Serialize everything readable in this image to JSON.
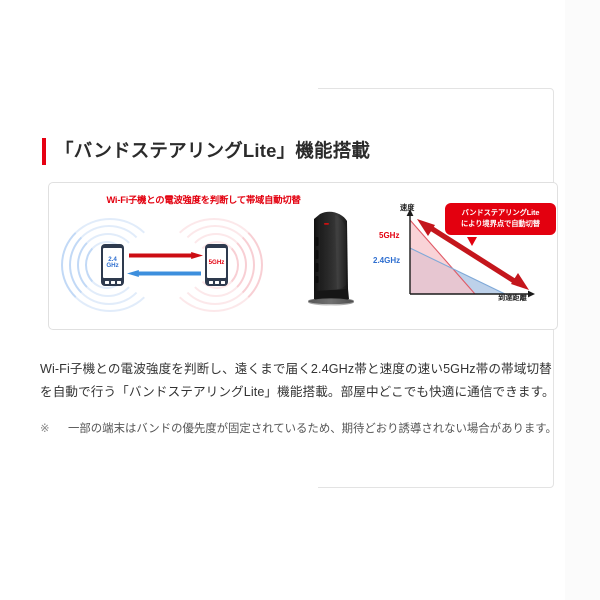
{
  "section": {
    "title": "「バンドステアリングLite」機能搭載",
    "accent_color": "#e60012"
  },
  "figure": {
    "heading": "Wi-Fi子機との電波強度を判断して帯域自動切替",
    "phone_left_label_line1": "2.4",
    "phone_left_label_line2": "GHz",
    "phone_right_label": "5GHz",
    "arrow_to_5ghz_color": "#cc0d13",
    "arrow_to_24ghz_color": "#3d8fdd",
    "router_alt": "wireless-router",
    "callout": "バンドステアリングLite により境界点で自動切替",
    "callout_line1": "バンドステアリングLite",
    "callout_line2": "により境界点で自動切替",
    "callout_color": "#e3000f"
  },
  "chart_data": {
    "type": "line",
    "title": "",
    "xlabel": "到達距離",
    "ylabel": "速度",
    "x": [
      0,
      1,
      2,
      3,
      4,
      5
    ],
    "series": [
      {
        "name": "5GHz",
        "color": "#e3000f",
        "fill": "#f7c3c8",
        "values": [
          100,
          74,
          48,
          22,
          4,
          0
        ]
      },
      {
        "name": "2.4GHz",
        "color": "#2f6fd0",
        "fill": "#bcd6f2",
        "values": [
          60,
          50,
          40,
          30,
          20,
          10
        ]
      }
    ],
    "legend_position": "axis-left",
    "grid": false,
    "xlim": [
      0,
      5
    ],
    "ylim": [
      0,
      100
    ],
    "annotations": [
      {
        "text": "バンドステアリングLite により境界点で自動切替",
        "type": "callout-arrow",
        "color": "#c4161c"
      }
    ]
  },
  "body": {
    "paragraph": "Wi-Fi子機との電波強度を判断し、遠くまで届く2.4GHz帯と速度の速い5GHz帯の帯域切替を自動で行う「バンドステアリングLite」機能搭載。部屋中どこでも快適に通信できます。"
  },
  "note": {
    "mark": "※",
    "text": "一部の端末はバンドの優先度が固定されているため、期待どおり誘導されない場合があります。"
  }
}
